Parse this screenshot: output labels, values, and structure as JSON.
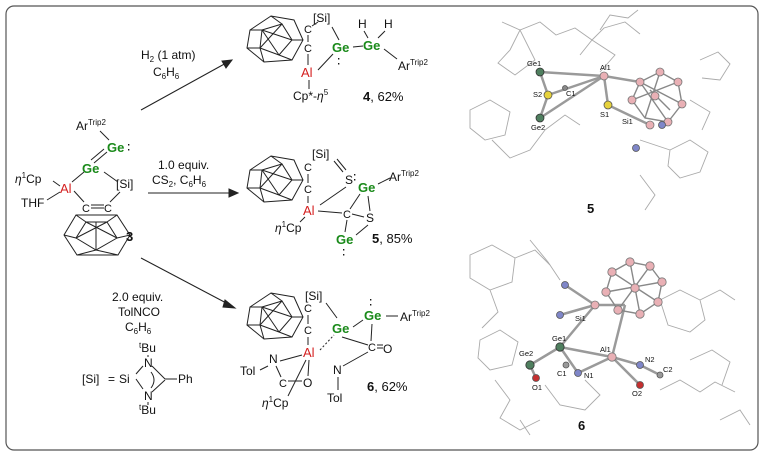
{
  "colors": {
    "ge": "#1a8a1a",
    "al": "#d42020",
    "bond": "#222222",
    "text": "#111111",
    "frame": "#555555",
    "crystal_wire": "#aaaaaa",
    "crystal_bond": "#9a9a9a",
    "atom_b": "#e9b0b5",
    "atom_ge": "#4f7f5f",
    "atom_s": "#e6d23c",
    "atom_n": "#7f86c8",
    "atom_o": "#c43030"
  },
  "labels": {
    "ge": "Ge",
    "al": "Al",
    "c": "C",
    "si_bracket": "[Si]",
    "s": "S",
    "h": "H",
    "o": "O",
    "n": "N",
    "si": "Si",
    "ph": "Ph",
    "tol": "Tol",
    "thf": "THF",
    "cp": "Cp",
    "eta1": "η",
    "one": "1",
    "eta_sup": "5",
    "ar": "Ar",
    "trip2": "Trip2",
    "tbu_t": "t",
    "bu": "Bu",
    "equals": "=",
    "colon": "∶",
    "cp_star": "Cp*-",
    "eta_word": "η"
  },
  "reagents": {
    "top_line1": "H",
    "top_line1_sub": "2",
    "top_line1_rest": " (1 atm)",
    "top_line2": "C",
    "top_line2_sub1": "6",
    "top_line2_mid": "H",
    "top_line2_sub2": "6",
    "mid_line1": "1.0 equiv.",
    "mid_line2a": "CS",
    "mid_line2_sub": "2",
    "mid_line2b": ", C",
    "mid_line2_sub2": "6",
    "mid_line2c": "H",
    "mid_line2_sub3": "6",
    "bot_line1": "2.0 equiv.",
    "bot_line2": "TolNCO",
    "bot_line3a": "C",
    "bot_line3_sub1": "6",
    "bot_line3b": "H",
    "bot_line3_sub2": "6"
  },
  "compounds": {
    "start": "3",
    "prod4_num": "4",
    "prod4_yield": ", 62%",
    "prod5_num": "5",
    "prod5_yield": ", 85%",
    "prod6_num": "6",
    "prod6_yield": ", 62%"
  },
  "crystal_labels": {
    "s5": [
      "Ge1",
      "Al1",
      "C1",
      "S2",
      "Ge2",
      "S1",
      "Si1"
    ],
    "s6": [
      "Si1",
      "Ge1",
      "Al1",
      "Ge2",
      "C1",
      "N1",
      "O1",
      "N2",
      "C2",
      "O2"
    ],
    "num5": "5",
    "num6": "6"
  }
}
